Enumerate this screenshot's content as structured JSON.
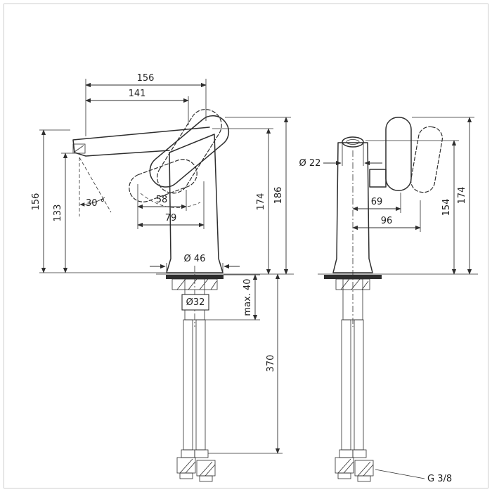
{
  "drawing": {
    "type": "technical dimension drawing",
    "subject": "single-lever basin mixer faucet — side view (left) and front view (right)"
  },
  "colors": {
    "line": "#2e2e2e",
    "background": "#ffffff",
    "frame": "#cccccc"
  },
  "labels": {
    "top_width_outer": "156",
    "top_width_inner": "141",
    "side_height_outer": "156",
    "side_height_inner": "133",
    "spout_angle": "30 °",
    "lever_reach_inner": "58",
    "lever_reach_outer": "79",
    "base_diameter": "Ø 46",
    "height_to_spout": "174",
    "height_overall_side": "186",
    "shank_diameter": "Ø32",
    "max_mounting": "max. 40",
    "hose_length": "370",
    "outlet_diameter": "Ø 22",
    "front_offset_inner": "69",
    "front_offset_outer": "96",
    "front_height_inner": "154",
    "front_height_outer": "174",
    "connection_thread": "G 3/8"
  }
}
